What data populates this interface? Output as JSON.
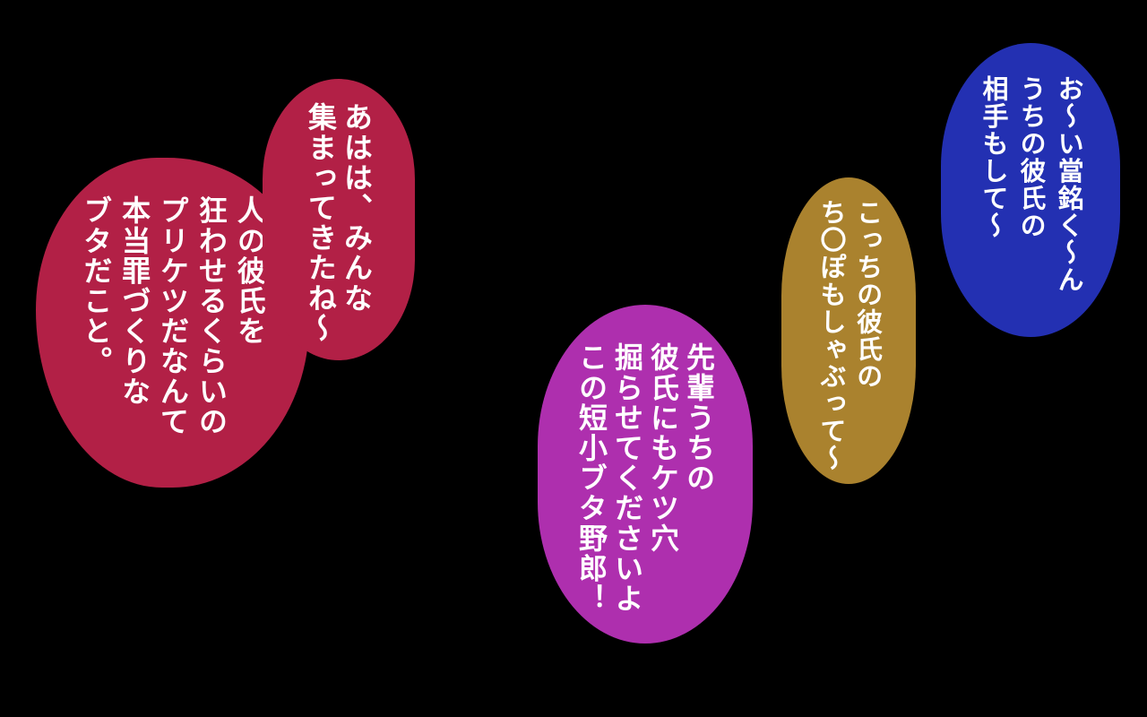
{
  "canvas": {
    "background": "#000000",
    "text_color": "#ffffff"
  },
  "bubbles": [
    {
      "name": "red-large",
      "color": "#b22046",
      "lines": [
        "人の彼氏を",
        "狂わせるくらいの",
        "プリケツだなんて",
        "本当罪づくりな",
        "ブタだこと。"
      ]
    },
    {
      "name": "red-small",
      "color": "#b22046",
      "lines": [
        "あはは、みんな",
        "集まってきたね〜"
      ]
    },
    {
      "name": "purple",
      "color": "#ae2fae",
      "lines": [
        "先輩うちの",
        "彼氏にもケツ穴",
        "掘らせてくださいよ",
        "この短小ブタ野郎！"
      ]
    },
    {
      "name": "gold",
      "color": "#aa822e",
      "lines": [
        "こっちの彼氏の",
        "ち〇ぽもしゃぶって〜"
      ]
    },
    {
      "name": "blue",
      "color": "#2330b2",
      "lines": [
        "お〜い當銘く〜ん",
        "うちの彼氏の",
        "相手もして〜"
      ]
    }
  ]
}
